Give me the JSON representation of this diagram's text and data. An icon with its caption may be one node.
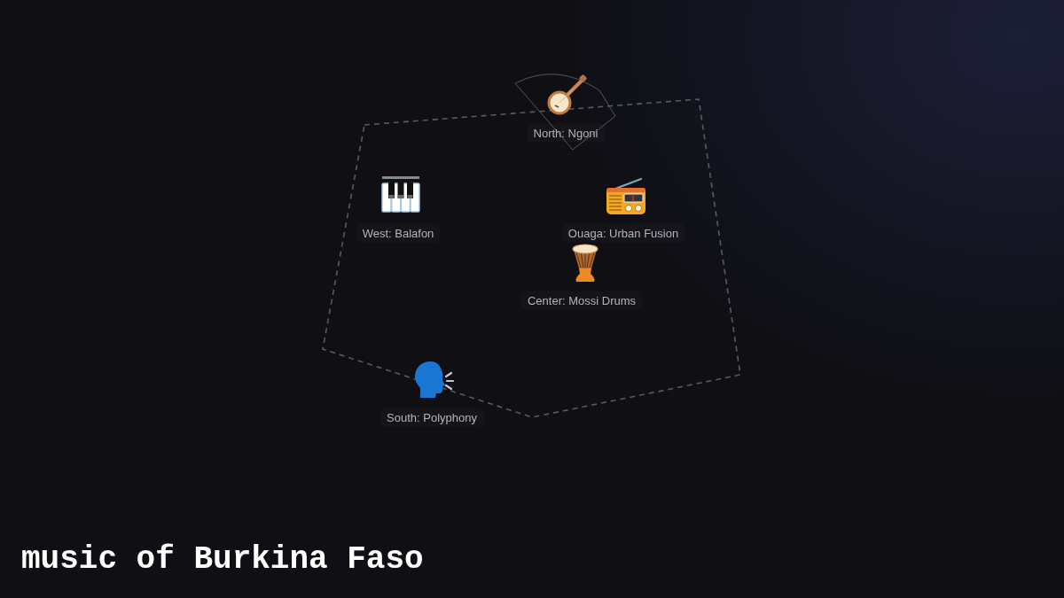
{
  "diagram": {
    "title": "music of Burkina Faso",
    "labels": [
      "North: Ngoni",
      "West: Balafon",
      "Ouaga: Urban Fusion",
      "Center: Mossi Drums",
      "South: Polyphony"
    ]
  }
}
